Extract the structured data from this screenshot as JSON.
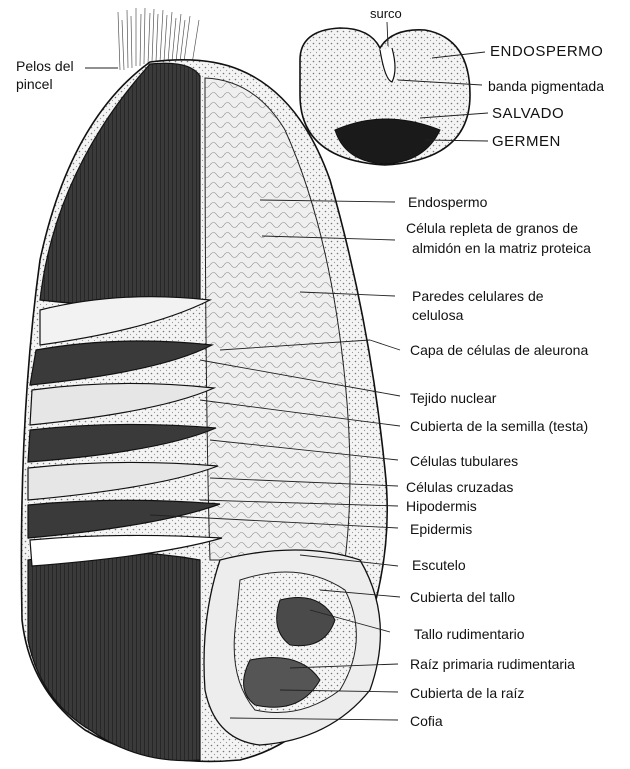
{
  "top_labels": {
    "surco": "surco",
    "pelos_1": "Pelos del",
    "pelos_2": "pincel"
  },
  "cross_section": {
    "endospermo": "ENDOSPERMO",
    "banda": "banda pigmentada",
    "salvado": "SALVADO",
    "germen": "GERMEN"
  },
  "right_labels": {
    "endospermo": "Endospermo",
    "celula_1": "Célula repleta de granos de",
    "celula_2": "almidón en la matriz proteica",
    "paredes_1": "Paredes celulares de",
    "paredes_2": "celulosa",
    "aleurona": "Capa de células de aleurona",
    "tejido": "Tejido nuclear",
    "testa": "Cubierta de la semilla (testa)",
    "tubulares": "Células tubulares",
    "cruzadas": "Células cruzadas",
    "hipodermis": "Hipodermis",
    "epidermis": "Epidermis",
    "escutelo": "Escutelo",
    "cub_tallo": "Cubierta del tallo",
    "tallo_rud": "Tallo rudimentario",
    "raiz_prim": "Raíz primaria rudimentaria",
    "cub_raiz": "Cubierta de la raíz",
    "cofia": "Cofia"
  },
  "colors": {
    "ink": "#111111",
    "dark_fill": "#2a2a2a",
    "stipple": "#e8e8e8"
  }
}
